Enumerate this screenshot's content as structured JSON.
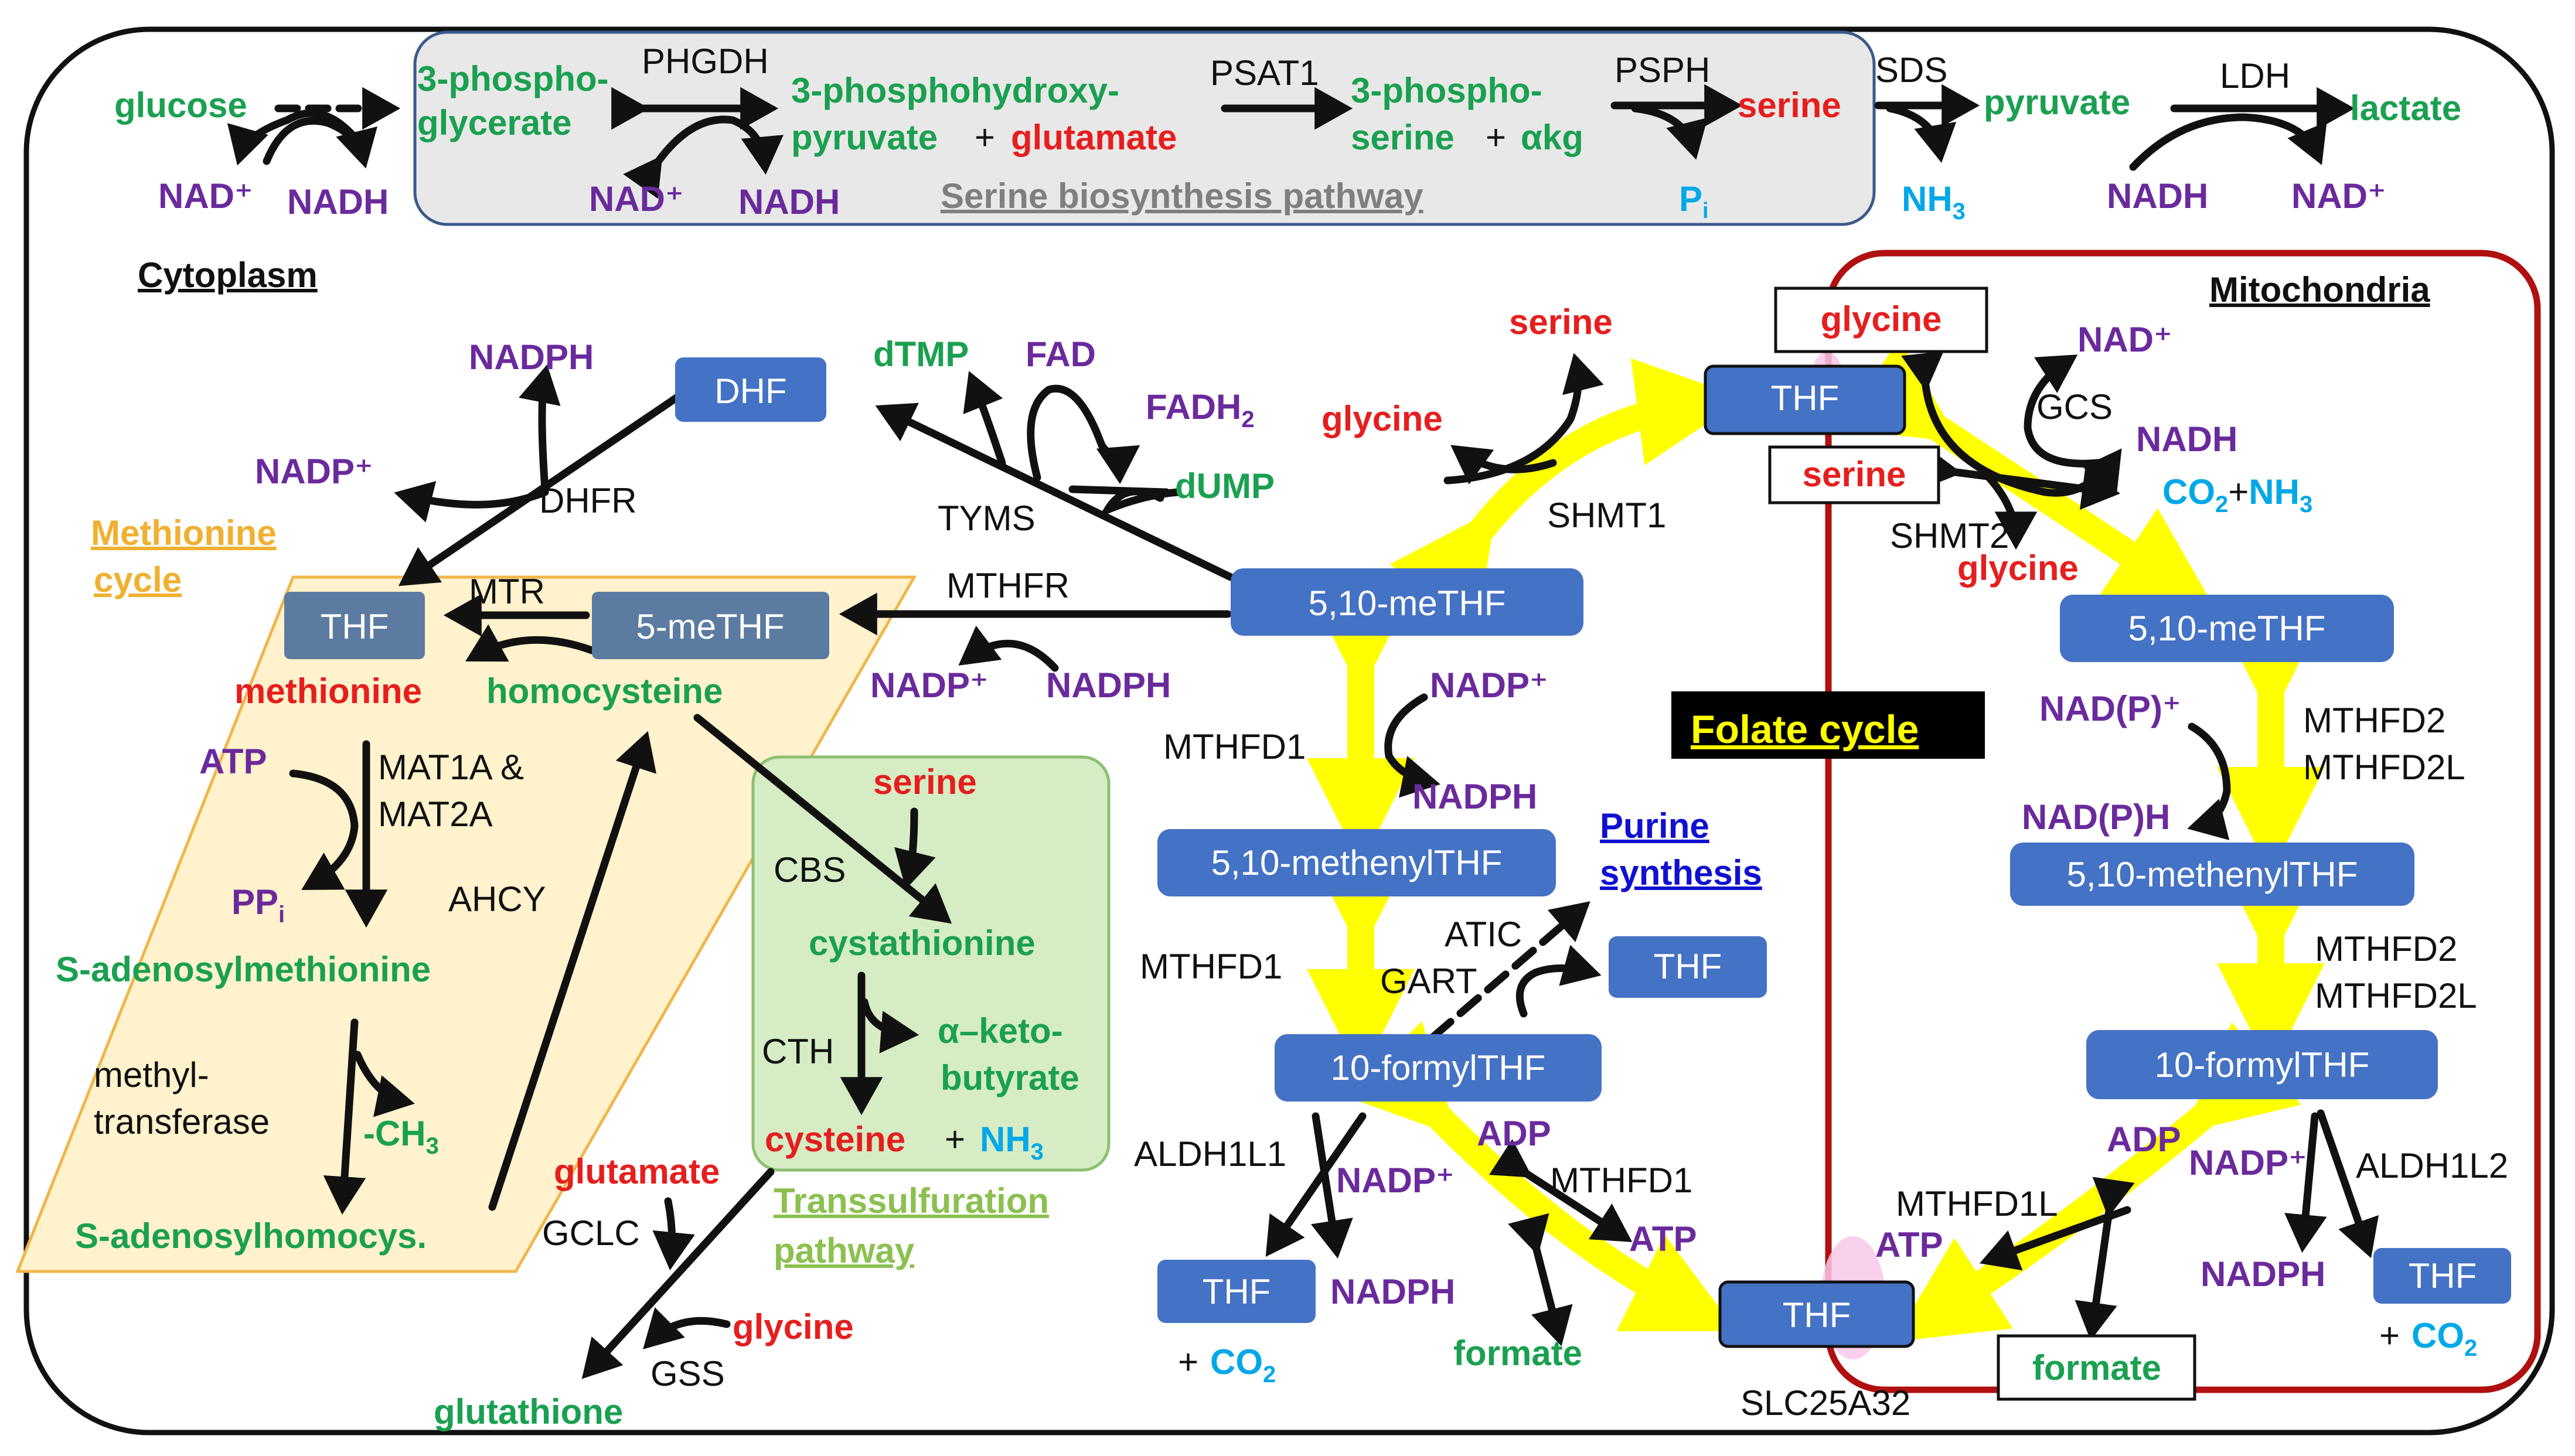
{
  "colors": {
    "green": "#1aa050",
    "red": "#e61e1e",
    "purple": "#6a2a9c",
    "cyan": "#00a8e8",
    "black": "#111111",
    "box_blue": "#4472c4",
    "box_slate": "#5b7ba0",
    "yellow_arrow": "#ffff00",
    "mito_border": "#b01010",
    "serine_panel": "#e8e8e8",
    "methionine_panel": "#fff2cc",
    "methionine_border": "#f0b64a",
    "methionine_label": "#f0b030",
    "transsulf_panel": "#d6ecc4",
    "transsulf_border": "#8cc070",
    "transsulf_label": "#8cc050",
    "purine_label": "#1010d0",
    "pathway_label_gray": "#7f7f7f"
  },
  "compartments": {
    "cytoplasm": "Cytoplasm",
    "mitochondria": "Mitochondria",
    "serine_pathway": "Serine biosynthesis pathway",
    "methionine_cycle_1": "Methionine",
    "methionine_cycle_2": "cycle",
    "transsulf_1": "Transsulfuration",
    "transsulf_2": "pathway",
    "purine_1": "Purine",
    "purine_2": "synthesis",
    "folate_cycle": "Folate cycle"
  },
  "top": {
    "glucose": "glucose",
    "nadp_glc": "NAD⁺",
    "nadh_glc": "NADH",
    "phgdh": "PHGDH",
    "pg_1": "3-phospho-",
    "pg_2": "glycerate",
    "nad_phgdh": "NAD⁺",
    "nadh_phgdh": "NADH",
    "php_1": "3-phosphohydroxy-",
    "php_2": "pyruvate",
    "plus_1": "+",
    "glutamate": "glutamate",
    "psat1": "PSAT1",
    "ps_1": "3-phospho-",
    "ps_2": "serine",
    "plus_2": "+",
    "akg": "αkg",
    "psph": "PSPH",
    "serine": "serine",
    "pi": "P",
    "pi_sub": "i",
    "sds": "SDS",
    "nh3": "NH",
    "nh3_sub": "3",
    "pyruvate": "pyruvate",
    "ldh": "LDH",
    "lactate": "lactate",
    "nadh_ldh": "NADH",
    "nad_ldh": "NAD⁺"
  },
  "folate_cyto": {
    "dhf": "DHF",
    "nadph_dhfr": "NADPH",
    "nadp_dhfr": "NADP⁺",
    "dhfr": "DHFR",
    "dtmp": "dTMP",
    "fad": "FAD",
    "fadh2": "FADH",
    "fadh2_sub": "2",
    "dump": "dUMP",
    "tyms": "TYMS",
    "serine": "serine",
    "glycine": "glycine",
    "shmt1": "SHMT1",
    "methf": "5,10-meTHF",
    "mthfr": "MTHFR",
    "nadp_mthfr": "NADP⁺",
    "nadph_mthfr": "NADPH",
    "mthfd1_a": "MTHFD1",
    "nadp_mthfd1": "NADP⁺",
    "nadph_mthfd1": "NADPH",
    "methenyl": "5,10-methenylTHF",
    "mthfd1_b": "MTHFD1",
    "atic": "ATIC",
    "gart": "GART",
    "thf_purine": "THF",
    "formyl": "10-formylTHF",
    "aldh1l1": "ALDH1L1",
    "nadp_aldh": "NADP⁺",
    "nadph_aldh": "NADPH",
    "thf_aldh": "THF",
    "plus_co2": "+",
    "co2": "CO",
    "co2_sub": "2",
    "adp": "ADP",
    "mthfd1_c": "MTHFD1",
    "atp": "ATP",
    "formate": "formate",
    "thf_carrier": "THF",
    "slc": "SLC25A32"
  },
  "methionine": {
    "thf": "THF",
    "mtr": "MTR",
    "me_thf": "5-meTHF",
    "methionine": "methionine",
    "homocysteine": "homocysteine",
    "atp": "ATP",
    "mat": "MAT1A &",
    "mat_2": "MAT2A",
    "ppi": "PP",
    "ppi_sub": "i",
    "ahcy": "AHCY",
    "sam": "S-adenosylmethionine",
    "mt_1": "methyl-",
    "mt_2": "transferase",
    "ch3": "-CH",
    "ch3_sub": "3",
    "sah": "S-adenosylhomocys."
  },
  "transsulf": {
    "serine": "serine",
    "cbs": "CBS",
    "cystathionine": "cystathionine",
    "cth": "CTH",
    "akb_1": "α–keto-",
    "akb_2": "butyrate",
    "cysteine": "cysteine",
    "plus": "+",
    "nh3": "NH",
    "nh3_sub": "3",
    "glutamate": "glutamate",
    "gclc": "GCLC",
    "glycine": "glycine",
    "gss": "GSS",
    "glutathione": "glutathione"
  },
  "mito": {
    "glycine_box": "glycine",
    "thf": "THF",
    "serine_box": "serine",
    "nad": "NAD⁺",
    "gcs": "GCS",
    "nadh": "NADH",
    "co2": "CO",
    "co2_sub": "2",
    "plus": "+",
    "nh3": "NH",
    "nh3_sub": "3",
    "shmt2": "SHMT2",
    "glycine": "glycine",
    "methf": "5,10-meTHF",
    "nadp": "NAD(P)⁺",
    "mthfd2_a": "MTHFD2",
    "mthfd2l_a": "MTHFD2L",
    "nadph": "NAD(P)H",
    "methenyl": "5,10-methenylTHF",
    "mthfd2_b": "MTHFD2",
    "mthfd2l_b": "MTHFD2L",
    "formyl": "10-formylTHF",
    "adp": "ADP",
    "mthfd1l": "MTHFD1L",
    "atp": "ATP",
    "nadp_aldh": "NADP⁺",
    "aldh1l2": "ALDH1L2",
    "nadph_aldh": "NADPH",
    "thf_aldh": "THF",
    "plus_co2": "+",
    "co2_aldh": "CO",
    "co2_aldh_sub": "2",
    "formate": "formate"
  }
}
